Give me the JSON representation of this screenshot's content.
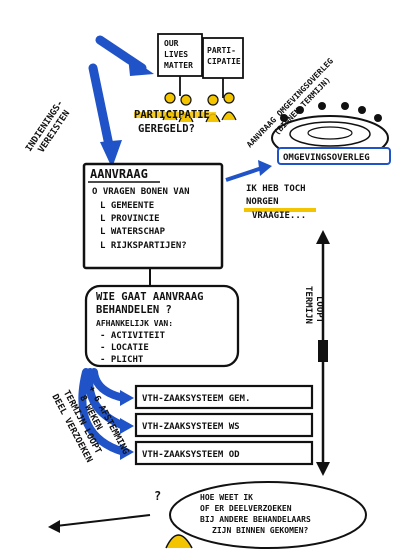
{
  "signs": {
    "sign1": [
      "OUR",
      "LIVES",
      "MATTER"
    ],
    "sign2": [
      "PARTI-",
      "CIPATIE"
    ]
  },
  "participatie_text": [
    "PARTICIPATIE",
    "GEREGELD?"
  ],
  "indieningsvereisten": [
    "INDIENINGS-",
    "VEREISTEN"
  ],
  "aanvraag_title": "AANVRAAG",
  "aanvraag_items": [
    "O VRAGEN BONEN VAN",
    "L GEMEENTE",
    "L PROVINCIE",
    "L WATERSCHAP",
    "L RIJKSPARTIJEN?"
  ],
  "omgevingsoverleg": "OMGEVINGSOVERLEG",
  "aanvraag_omgeving": [
    "AANVRAAG OMGEVINGSOVERLEG",
    "(BINNEN TERMIJN)"
  ],
  "ik_heb": [
    "IK HEB TOCH",
    "NORGEN",
    "VRAAGIE..."
  ],
  "termijn_loopt": [
    "TERMIJN",
    "LOOPT"
  ],
  "hoe_box": {
    "title": [
      "WIE GAAT AANVRAAG",
      "BEHANDELEN ?"
    ],
    "sub": "AFHANKELIJK VAN:",
    "items": [
      "- ACTIVITEIT",
      "- LOCATIE",
      "- PLICHT"
    ]
  },
  "vth_boxes": [
    "VTH-ZAAKSYSTEEM GEM.",
    "VTH-ZAAKSYSTEEM WS",
    "VTH-ZAAKSYSTEEM OD"
  ],
  "deel_verzoeken": [
    "DEEL VERZOEKEN",
    "TERMIJN LOOPT",
    "8 WEKEN",
    "+ 6 AFSTEMMING"
  ],
  "question_bubble": [
    "HOE WEET IK",
    "OF ER DEELVERZOEKEN",
    "BIJ ANDERE BEHANDELAARS",
    "ZIJN BINNEN GEKOMEN?"
  ],
  "question_mark": "?",
  "colors": {
    "blue": "#1f53c7",
    "yellow": "#f3c400",
    "ink": "#111111"
  }
}
